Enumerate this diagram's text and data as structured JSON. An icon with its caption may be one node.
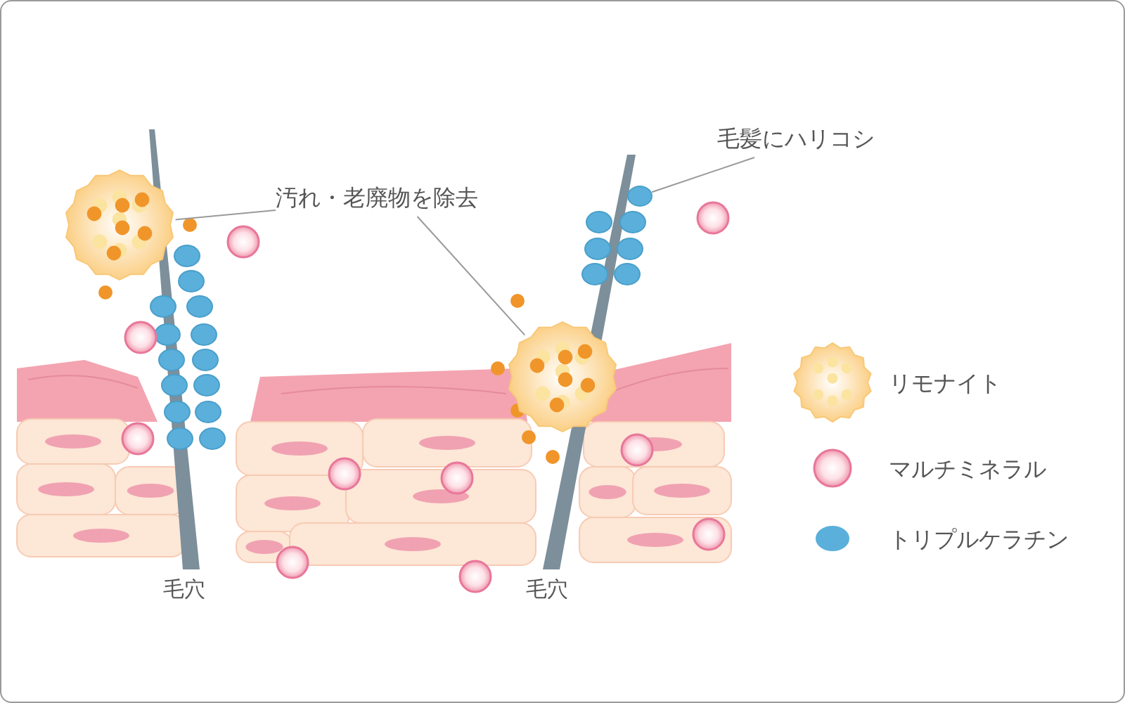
{
  "diagram": {
    "nodes": [
      {
        "text": [
          "毛髪にハリコシ"
        ]
      },
      {
        "text": [
          "汚れ・老廃物を除去"
        ]
      },
      {
        "text": [],
        "shape": "circle"
      },
      {
        "text": [],
        "shape": "circle"
      },
      {
        "text": [],
        "shape": "circle"
      }
    ],
    "edges": [
      {
        "from": 0,
        "to": 4,
        "arrow": "none"
      },
      {
        "from": 1,
        "to": 2,
        "arrow": "none"
      },
      {
        "from": 1,
        "to": 3,
        "arrow": "none"
      }
    ],
    "labels": [
      "毛穴",
      "毛穴"
    ],
    "legend": [
      {
        "text": "リモナイト"
      },
      {
        "text": "マルチミネラル"
      },
      {
        "text": "トリプルケラチン",
        "color": "#5ab0da"
      }
    ]
  }
}
